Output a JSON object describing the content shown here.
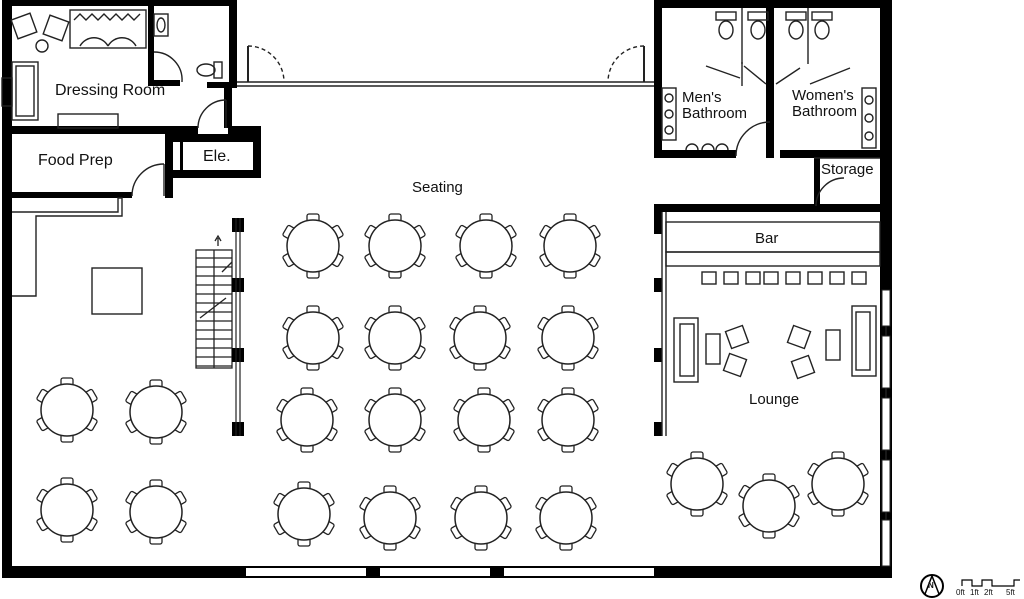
{
  "labels": {
    "dressing_room": "Dressing Room",
    "food_prep": "Food Prep",
    "elevator": "Ele.",
    "seating": "Seating",
    "mens_bathroom_line1": "Men's",
    "mens_bathroom_line2": "Bathroom",
    "womens_bathroom_line1": "Women's",
    "womens_bathroom_line2": "Bathroom",
    "storage": "Storage",
    "bar": "Bar",
    "lounge": "Lounge"
  },
  "north_arrow": "N",
  "scale_bar": {
    "ticks": [
      "0ft",
      "1ft",
      "2ft",
      "5ft"
    ]
  },
  "colors": {
    "wall": "#000000",
    "line": "#222222",
    "background": "#ffffff"
  }
}
